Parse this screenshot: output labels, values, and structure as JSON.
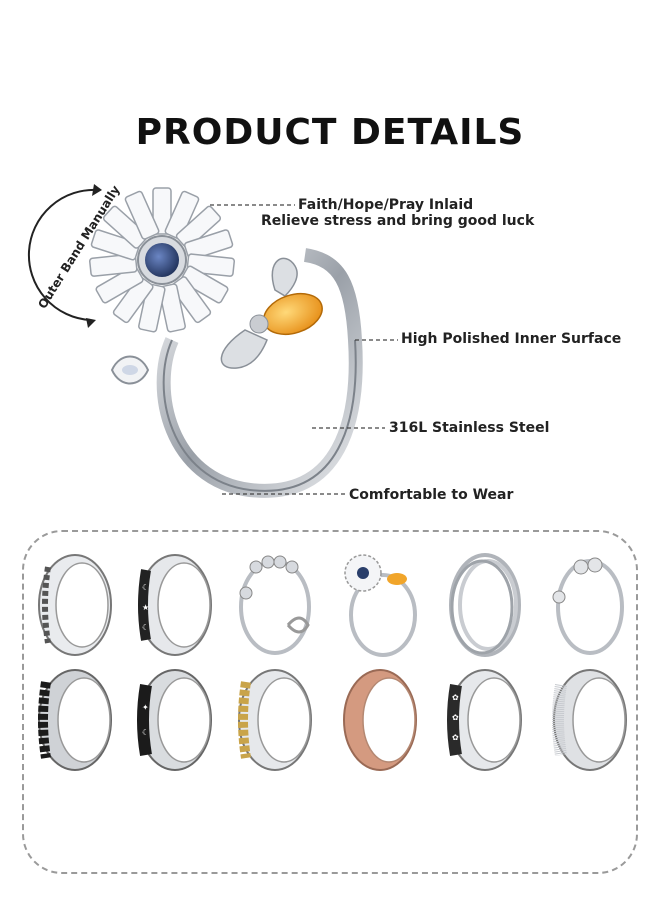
{
  "title": "PRODUCT DETAILS",
  "rotation_label": "Outer Band Manually",
  "callouts": {
    "inlaid": "Faith/Hope/Pray Inlaid",
    "inlaid_sub": "Relieve stress and bring good luck",
    "inner_surface": "High Polished Inner Surface",
    "material": "316L Stainless Steel",
    "comfort": "Comfortable to Wear"
  },
  "colors": {
    "text": "#222222",
    "silver": "#c9ccd1",
    "black": "#1b1b1b",
    "gold": "#c9a44a",
    "rose": "#d49a80",
    "amber": "#f1a52a",
    "sapphire": "#2a3f6b"
  },
  "rings": {
    "row1": [
      "chain-silver",
      "moon-star-silver",
      "beaded-open",
      "daisy-bee",
      "triple-wrap",
      "bead-open-small"
    ],
    "row2": [
      "chain-black",
      "moon-star-black",
      "chain-gold",
      "rose-sand",
      "flower-band",
      "sand-silver"
    ]
  }
}
